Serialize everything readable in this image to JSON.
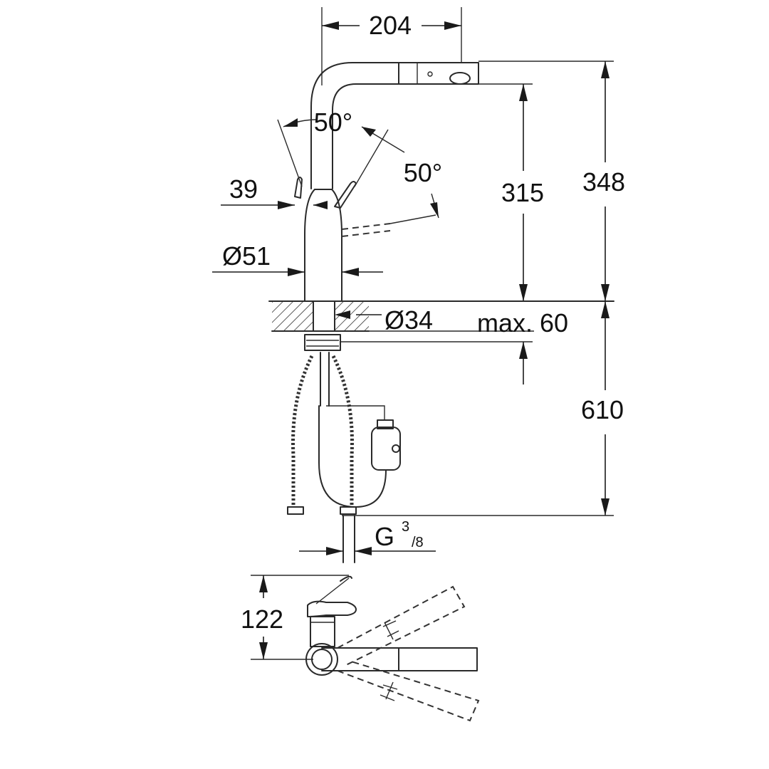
{
  "drawing": {
    "dimensions": {
      "spout_reach": "204",
      "total_height": "348",
      "spout_height": "315",
      "lever_offset": "39",
      "body_diameter": "Ø51",
      "hole_diameter": "Ø34",
      "max_deck": "max. 60",
      "hose_length": "610",
      "connection_thread": "G",
      "connection_sup": "3",
      "connection_sub": "/8",
      "plan_depth": "122",
      "angle_left": "50°",
      "angle_right": "50°"
    }
  }
}
